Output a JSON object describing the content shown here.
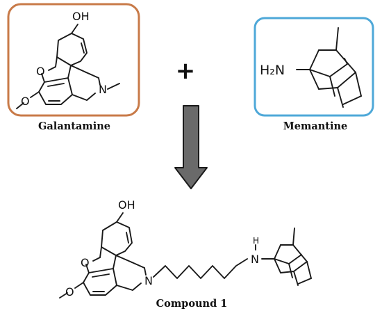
{
  "reactants": [
    {
      "name": "Galantamine",
      "frame_color": "#c87a48",
      "atoms": {
        "hydroxyl": "OH",
        "ring_oxygen": "O",
        "methoxy_oxygen": "O",
        "amine_nitrogen": "N"
      }
    },
    {
      "name": "Memantine",
      "frame_color": "#4ea8d8",
      "atoms": {
        "amine": "H₂N"
      }
    }
  ],
  "operator": "+",
  "arrow_color": "#6a6a6a",
  "product": {
    "name": "Compound 1",
    "atoms": {
      "hydroxyl": "OH",
      "ring_oxygen": "O",
      "methoxy_oxygen": "O",
      "amine_nitrogen": "N",
      "linker_nitrogen": "N",
      "linker_hydrogen": "H"
    }
  }
}
